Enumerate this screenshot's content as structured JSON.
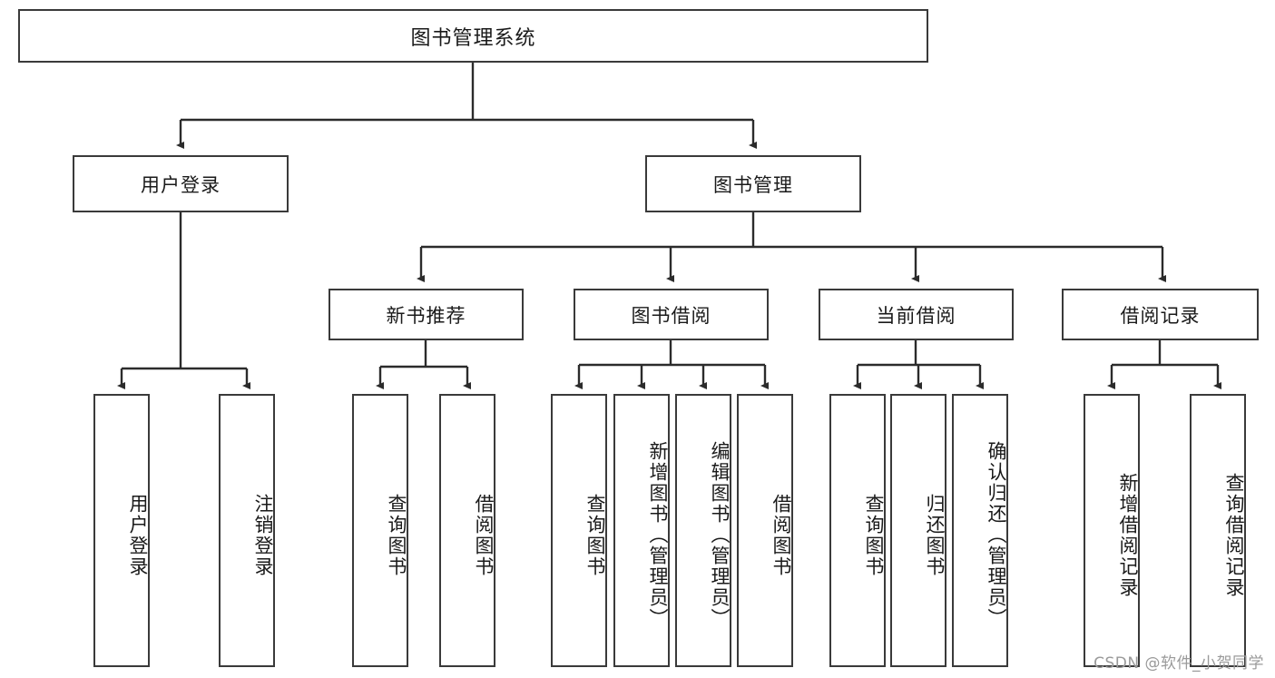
{
  "diagram": {
    "title": "图书管理系统",
    "type": "hierarchy-tree",
    "watermark": "CSDN @软件_小贺同学",
    "colors": {
      "border": "#3a3a3a",
      "background": "#ffffff",
      "text": "#1a1a1a",
      "watermark": "#9a9a9a",
      "edge": "#2b2b2b"
    },
    "nodes": {
      "root": {
        "label": "图书管理系统"
      },
      "level2": [
        {
          "label": "用户登录"
        },
        {
          "label": "图书管理"
        }
      ],
      "level3": [
        {
          "label": "新书推荐"
        },
        {
          "label": "图书借阅"
        },
        {
          "label": "当前借阅"
        },
        {
          "label": "借阅记录"
        }
      ],
      "leaves": {
        "user_login": [
          {
            "label": "用户登录"
          },
          {
            "label": "注销登录"
          }
        ],
        "new_book_recommend": [
          {
            "label": "查询图书"
          },
          {
            "label": "借阅图书"
          }
        ],
        "book_borrow": [
          {
            "label": "查询图书"
          },
          {
            "label": "新增图书（管理员）"
          },
          {
            "label": "编辑图书（管理员）"
          },
          {
            "label": "借阅图书"
          }
        ],
        "current_borrow": [
          {
            "label": "查询图书"
          },
          {
            "label": "归还图书"
          },
          {
            "label": "确认归还（管理员）"
          }
        ],
        "borrow_record": [
          {
            "label": "新增借阅记录"
          },
          {
            "label": "查询借阅记录"
          }
        ]
      }
    }
  }
}
